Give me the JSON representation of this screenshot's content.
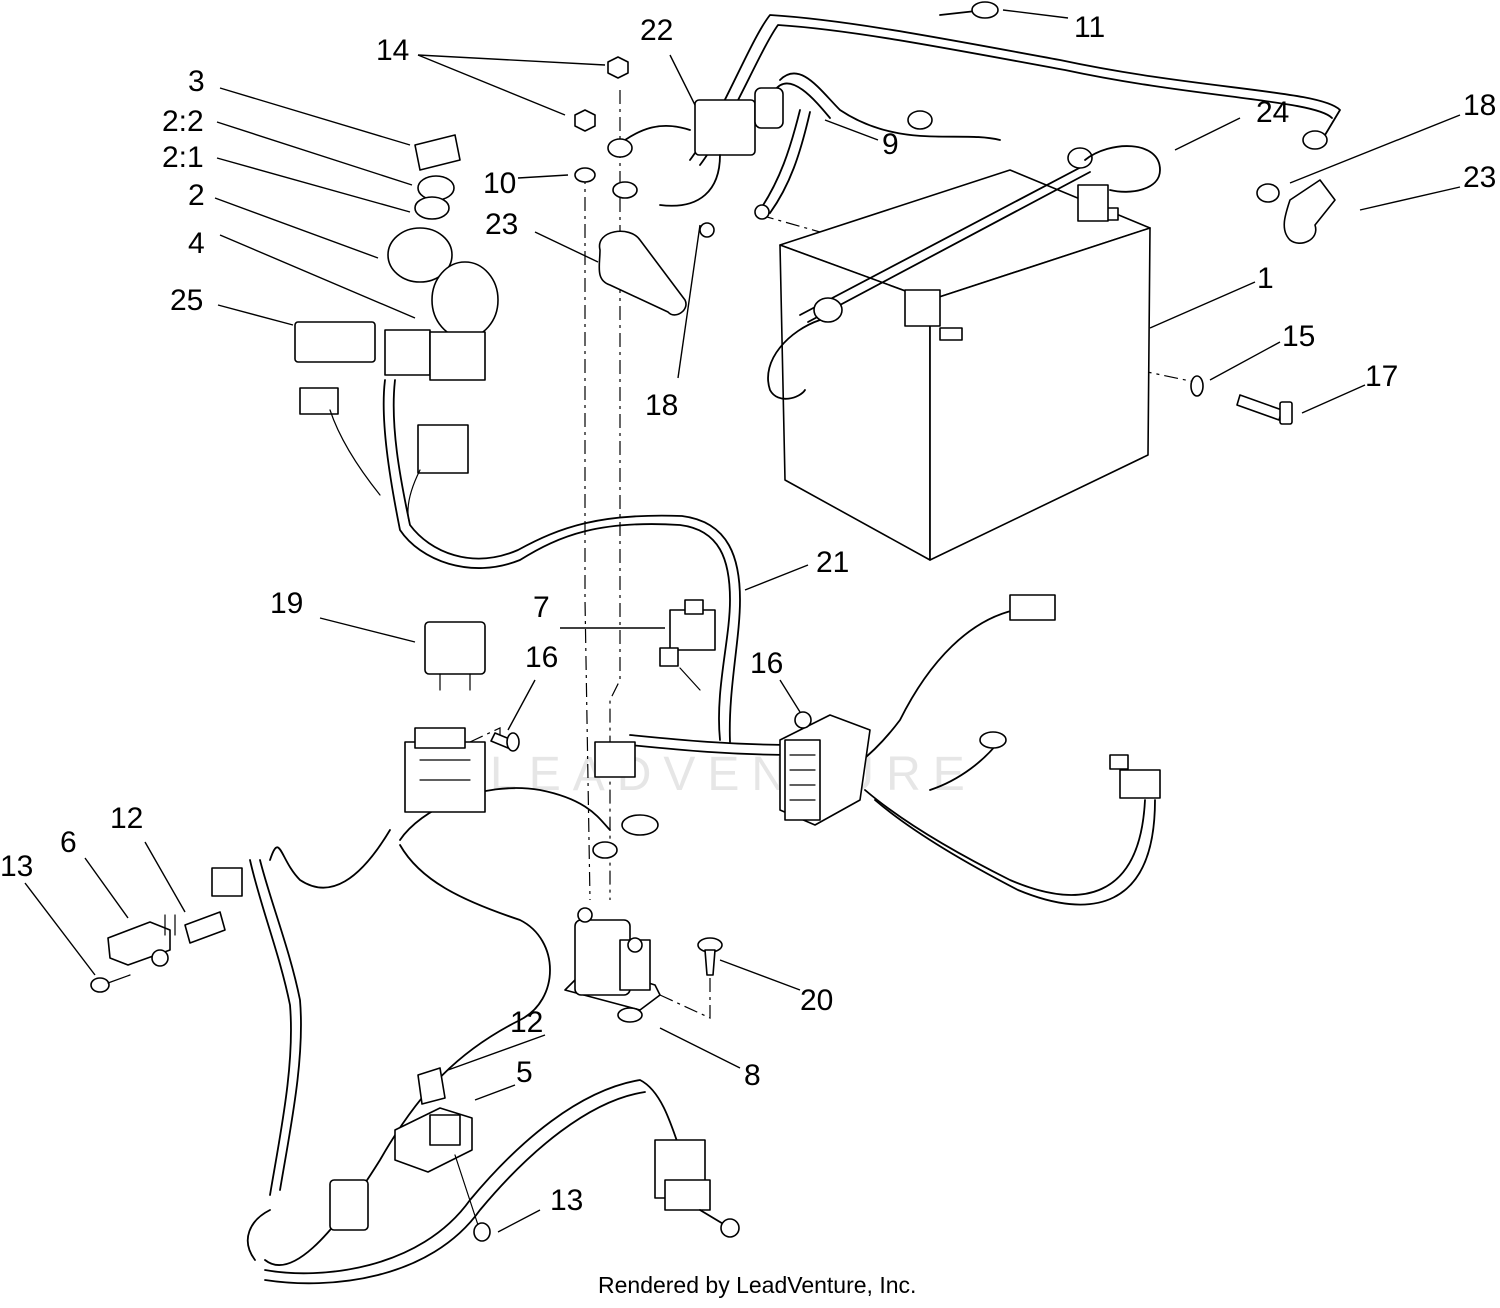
{
  "callouts": {
    "c1": "1",
    "c2": "2",
    "c2_1": "2:1",
    "c2_2": "2:2",
    "c3": "3",
    "c4": "4",
    "c5": "5",
    "c6": "6",
    "c7": "7",
    "c8": "8",
    "c9": "9",
    "c10": "10",
    "c11": "11",
    "c12a": "12",
    "c12b": "12",
    "c13a": "13",
    "c13b": "13",
    "c14": "14",
    "c15": "15",
    "c16a": "16",
    "c16b": "16",
    "c17": "17",
    "c18a": "18",
    "c18b": "18",
    "c19": "19",
    "c20": "20",
    "c21": "21",
    "c22": "22",
    "c23a": "23",
    "c23b": "23",
    "c24": "24",
    "c25": "25"
  },
  "watermark": "LEADVENTURE",
  "footer": "Rendered by LeadVenture, Inc."
}
